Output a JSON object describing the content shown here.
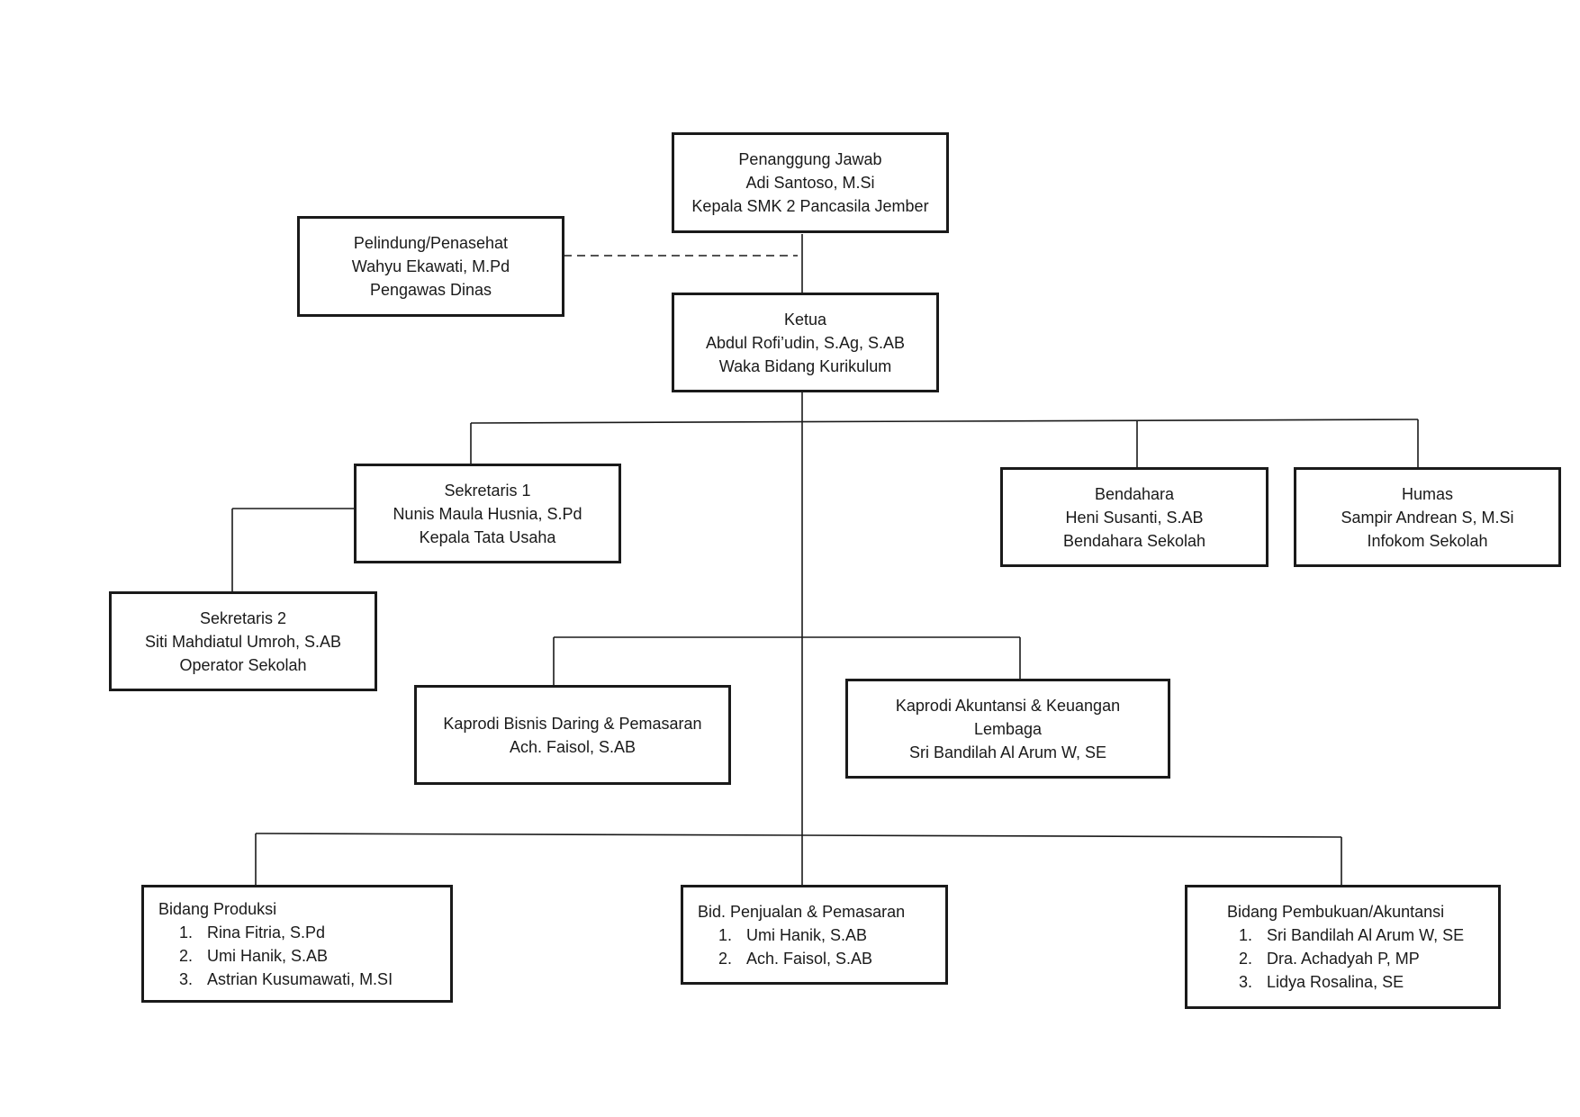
{
  "org_chart": {
    "penanggung_jawab": {
      "role": "Penanggung Jawab",
      "name": "Adi Santoso, M.Si",
      "position": "Kepala SMK 2 Pancasila Jember"
    },
    "pelindung": {
      "role": "Pelindung/Penasehat",
      "name": "Wahyu Ekawati, M.Pd",
      "position": "Pengawas Dinas"
    },
    "ketua": {
      "role": "Ketua",
      "name": "Abdul Rofi’udin, S.Ag, S.AB",
      "position": "Waka Bidang Kurikulum"
    },
    "sekretaris1": {
      "role": "Sekretaris 1",
      "name": "Nunis Maula Husnia, S.Pd",
      "position": "Kepala Tata Usaha"
    },
    "sekretaris2": {
      "role": "Sekretaris 2",
      "name": "Siti Mahdiatul Umroh, S.AB",
      "position": "Operator Sekolah"
    },
    "bendahara": {
      "role": "Bendahara",
      "name": "Heni Susanti, S.AB",
      "position": "Bendahara Sekolah"
    },
    "humas": {
      "role": "Humas",
      "name": "Sampir Andrean S, M.Si",
      "position": "Infokom Sekolah"
    },
    "kaprodi_bdp": {
      "role": "Kaprodi Bisnis Daring & Pemasaran",
      "name": "Ach. Faisol, S.AB"
    },
    "kaprodi_akl": {
      "role_line1": "Kaprodi Akuntansi & Keuangan",
      "role_line2": "Lembaga",
      "name": "Sri Bandilah Al Arum W, SE"
    },
    "bidang_produksi": {
      "title": "Bidang Produksi",
      "members": [
        {
          "num": "1.",
          "name": "Rina Fitria, S.Pd"
        },
        {
          "num": "2.",
          "name": "Umi Hanik, S.AB"
        },
        {
          "num": "3.",
          "name": "Astrian Kusumawati, M.SI"
        }
      ]
    },
    "bidang_penjualan": {
      "title": "Bid. Penjualan & Pemasaran",
      "members": [
        {
          "num": "1.",
          "name": "Umi Hanik, S.AB"
        },
        {
          "num": "2.",
          "name": "Ach. Faisol, S.AB"
        }
      ]
    },
    "bidang_pembukuan": {
      "title": "Bidang Pembukuan/Akuntansi",
      "members": [
        {
          "num": "1.",
          "name": "Sri Bandilah Al Arum W, SE"
        },
        {
          "num": "2.",
          "name": "Dra. Achadyah P, MP"
        },
        {
          "num": "3.",
          "name": "Lidya Rosalina, SE"
        }
      ]
    }
  }
}
